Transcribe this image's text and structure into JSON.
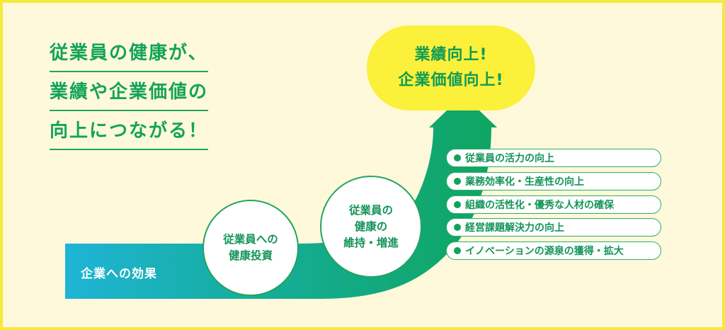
{
  "headline": {
    "lines": [
      "従業員の健康が、",
      "業績や企業価値の",
      "向上につながる！"
    ]
  },
  "goal": {
    "lines": [
      "業績向上!",
      "企業価値向上!"
    ]
  },
  "effect_label": "企業への効果",
  "steps": [
    {
      "lines": [
        "従業員への",
        "健康投資"
      ]
    },
    {
      "lines": [
        "従業員の",
        "健康の",
        "維持・増進"
      ]
    }
  ],
  "benefits": [
    "従業員の活力の向上",
    "業務効率化・生産性の向上",
    "組織の活性化・優秀な人材の確保",
    "経営課題解決力の向上",
    "イノベーションの源泉の獲得・拡大"
  ],
  "colors": {
    "green": "#12a35a",
    "arrow_start": "#1fb4d6",
    "arrow_end": "#0fa560",
    "goal_yellow": "#fbf03a",
    "frame_yellow": "#f5e93a",
    "background": "#fff9dc"
  }
}
